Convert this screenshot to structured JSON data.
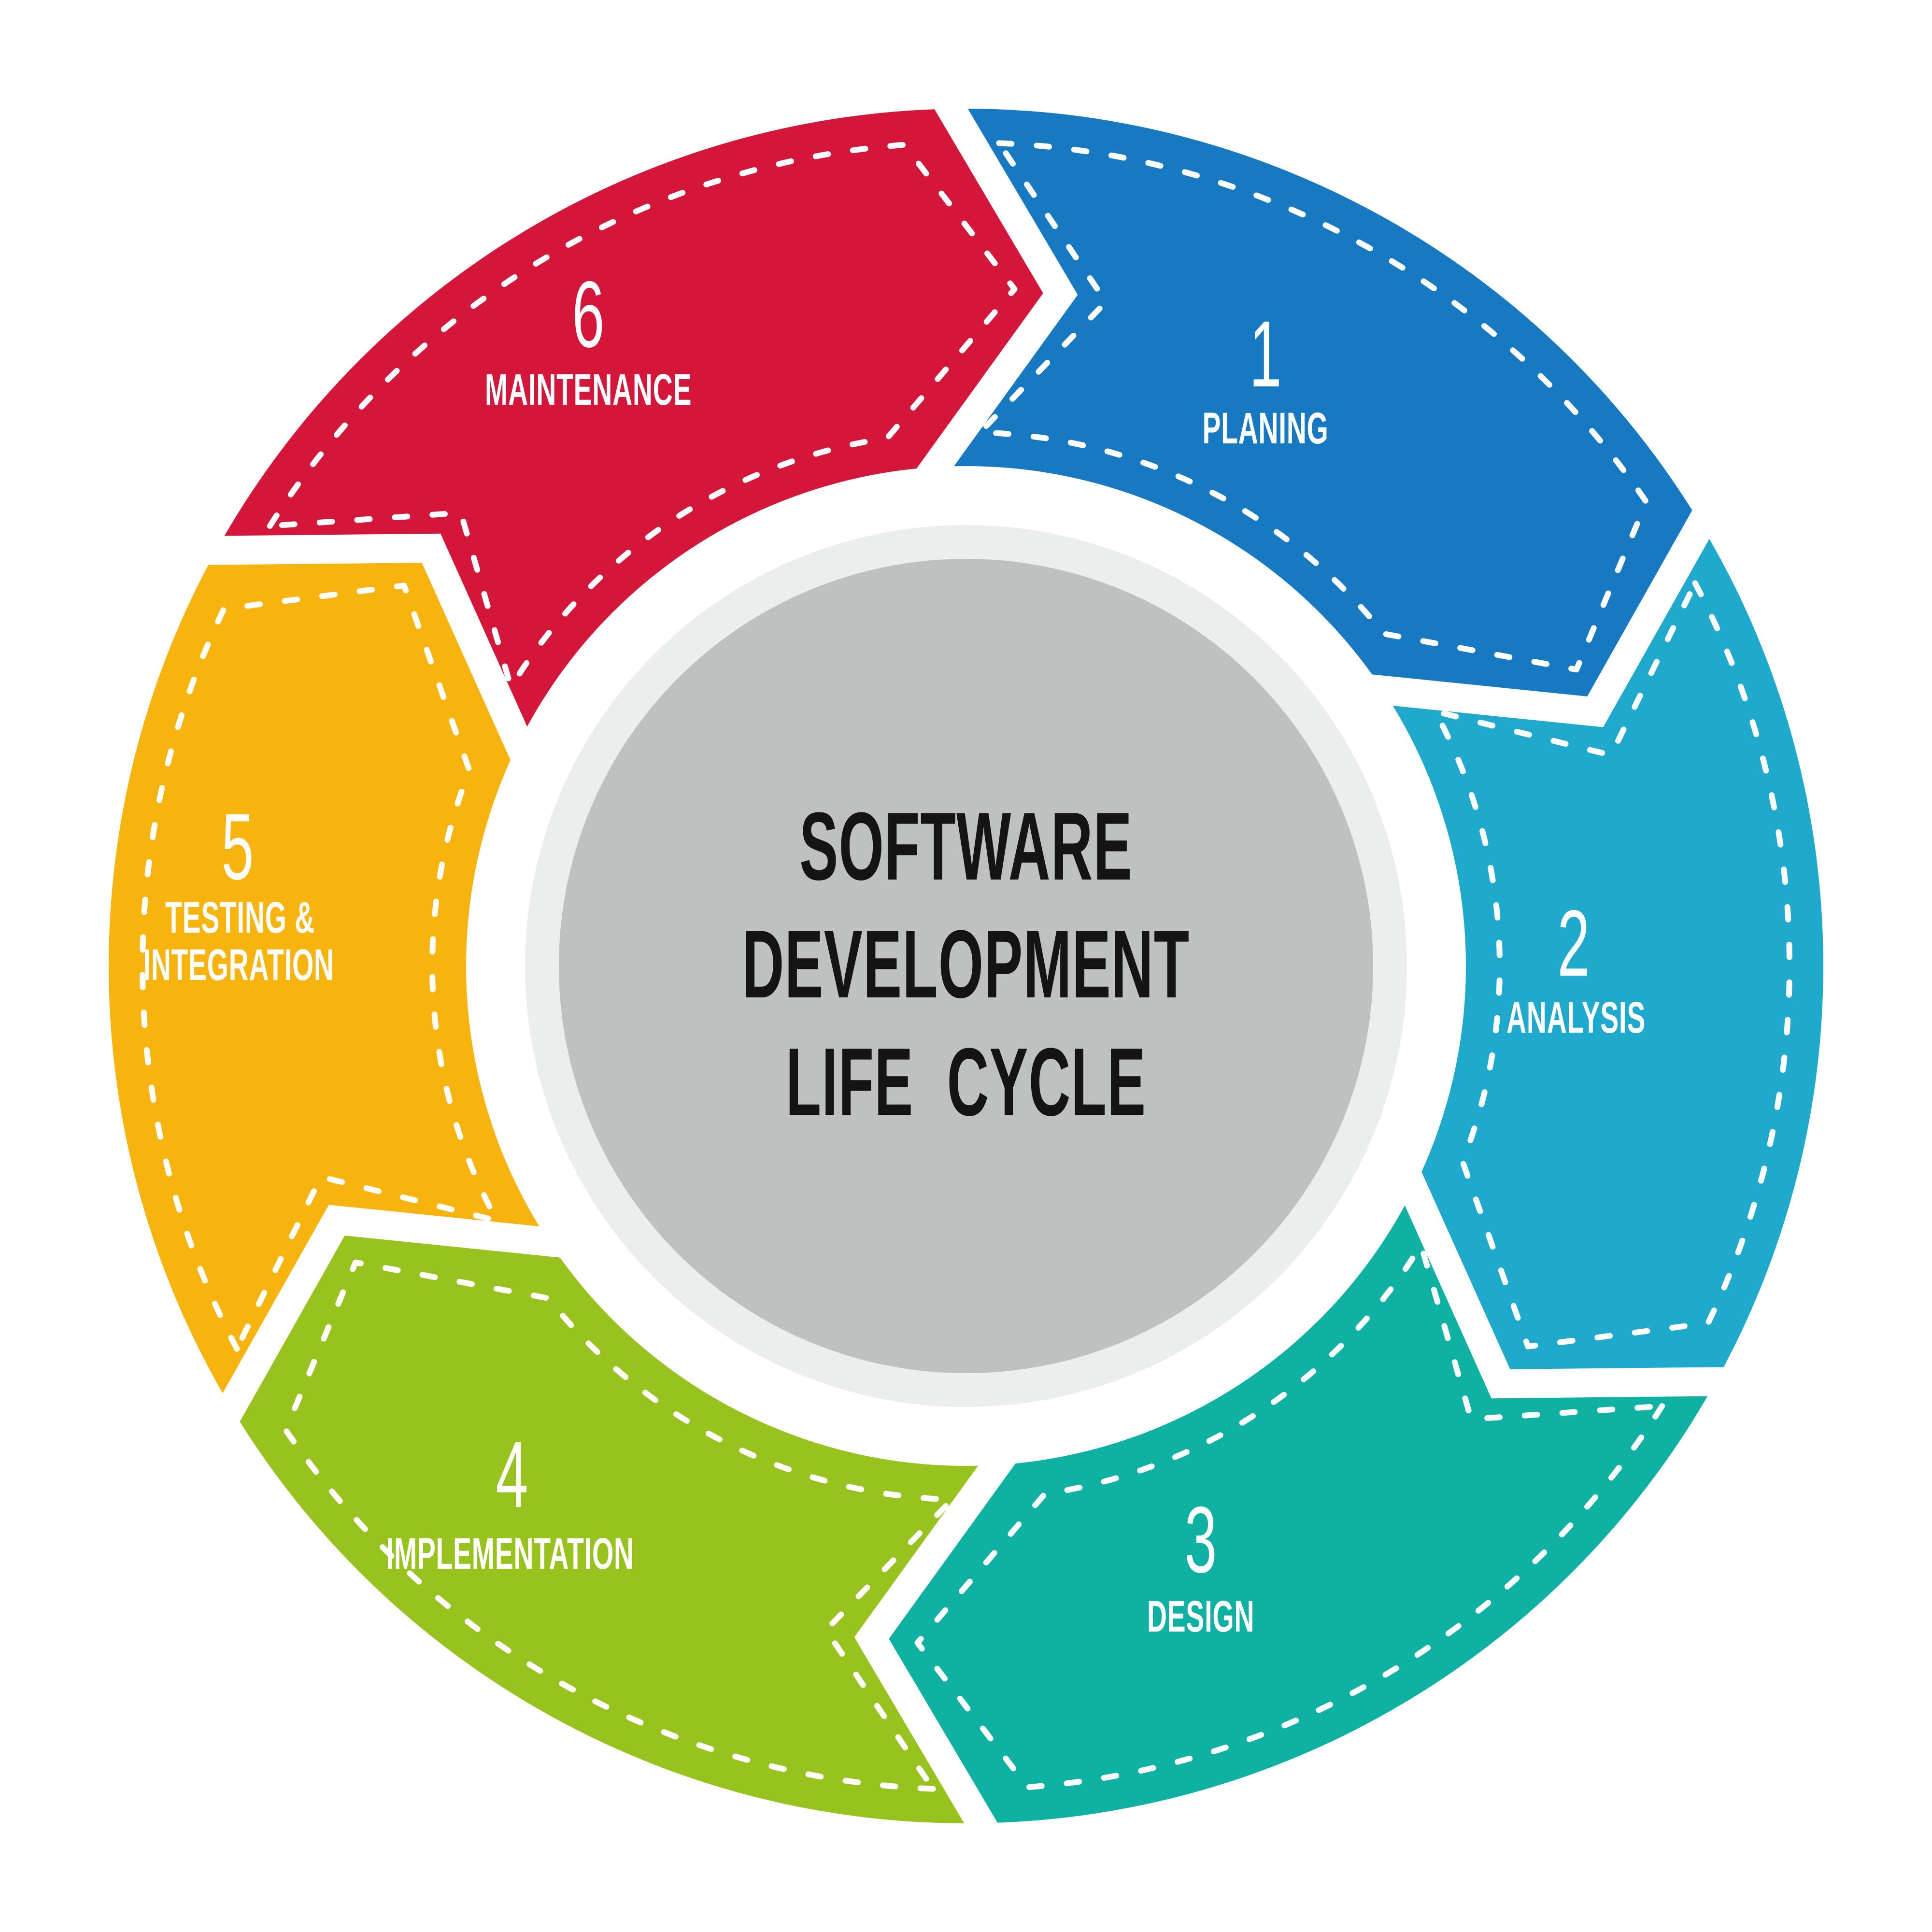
{
  "title_block": {
    "lines": [
      "SOFTWARE",
      "DEVELOPMENT",
      "LIFE  CYCLE"
    ],
    "color": "#141414"
  },
  "segments": [
    {
      "number": "1",
      "label_lines": [
        "PLANING"
      ],
      "color": "#1779C2"
    },
    {
      "number": "2",
      "label_lines": [
        "ANALYSIS"
      ],
      "color": "#1FA9CC"
    },
    {
      "number": "3",
      "label_lines": [
        "DESIGN"
      ],
      "color": "#0FB1A3"
    },
    {
      "number": "4",
      "label_lines": [
        "IMPLEMENTATION"
      ],
      "color": "#98C21D"
    },
    {
      "number": "5",
      "label_lines": [
        "TESTING &",
        "INTEGRATION"
      ],
      "color": "#F7B40E"
    },
    {
      "number": "6",
      "label_lines": [
        "MAINTENANCE"
      ],
      "color": "#D4163A"
    }
  ],
  "ring": {
    "background": "#FFFFFF",
    "gap_color": "#FFFFFF",
    "dash_color": "#FFFFFF",
    "center_ring_color": "#ECEDED",
    "center_circle_color": "#BFC0C0",
    "label_color": "#FFFFFF"
  }
}
